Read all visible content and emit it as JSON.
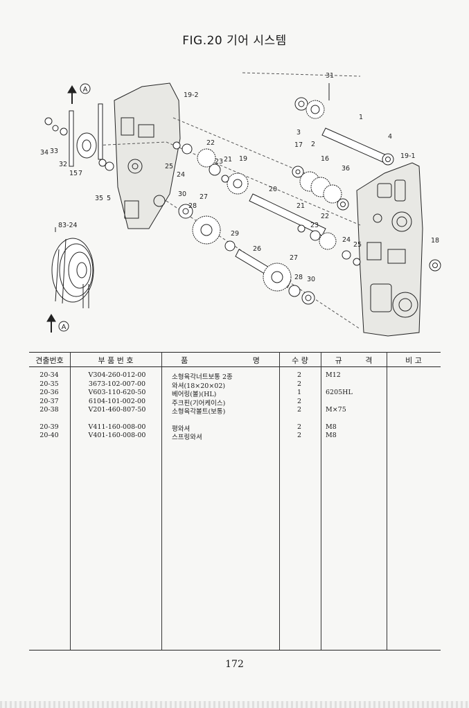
{
  "figure": {
    "title": "FIG.20 기어 시스템"
  },
  "diagram": {
    "callouts": [
      "31",
      "1",
      "4",
      "19-1",
      "19-2",
      "3",
      "2",
      "17",
      "16",
      "36",
      "18",
      "22",
      "23",
      "21",
      "19",
      "20",
      "25",
      "24",
      "34",
      "33",
      "32",
      "15",
      "7",
      "35",
      "5",
      "30",
      "27",
      "28",
      "29",
      "26",
      "83-24"
    ],
    "arrow_marks": [
      "A",
      "A"
    ]
  },
  "table": {
    "headers": {
      "no": "견출번호",
      "part": "부 품 번 호",
      "name": "품 명",
      "qty": "수 량",
      "spec": "규 격",
      "note": "비 고"
    },
    "rows": [
      {
        "no": "20-34",
        "part": "V304-260-012-00",
        "name": "소형육각너트보통 2종",
        "qty": "2",
        "spec": "M12"
      },
      {
        "no": "20-35",
        "part": "3673-102-007-00",
        "name": "와셔(18×20×02)",
        "qty": "2",
        "spec": ""
      },
      {
        "no": "20-36",
        "part": "V603-110-620-50",
        "name": "베어링(볼)(HL)",
        "qty": "1",
        "spec": "6205HL"
      },
      {
        "no": "20-37",
        "part": "6104-101-002-00",
        "name": "주크핀(기어케이스)",
        "qty": "2",
        "spec": ""
      },
      {
        "no": "20-38",
        "part": "V201-460-807-50",
        "name": "소형육각볼트(보통)",
        "qty": "2",
        "spec": "M×75"
      },
      {
        "no": "20-39",
        "part": "V411-160-008-00",
        "name": "평와셔",
        "qty": "2",
        "spec": "M8"
      },
      {
        "no": "20-40",
        "part": "V401-160-008-00",
        "name": "스프링와셔",
        "qty": "2",
        "spec": "M8"
      }
    ]
  },
  "page": {
    "number": "172"
  }
}
